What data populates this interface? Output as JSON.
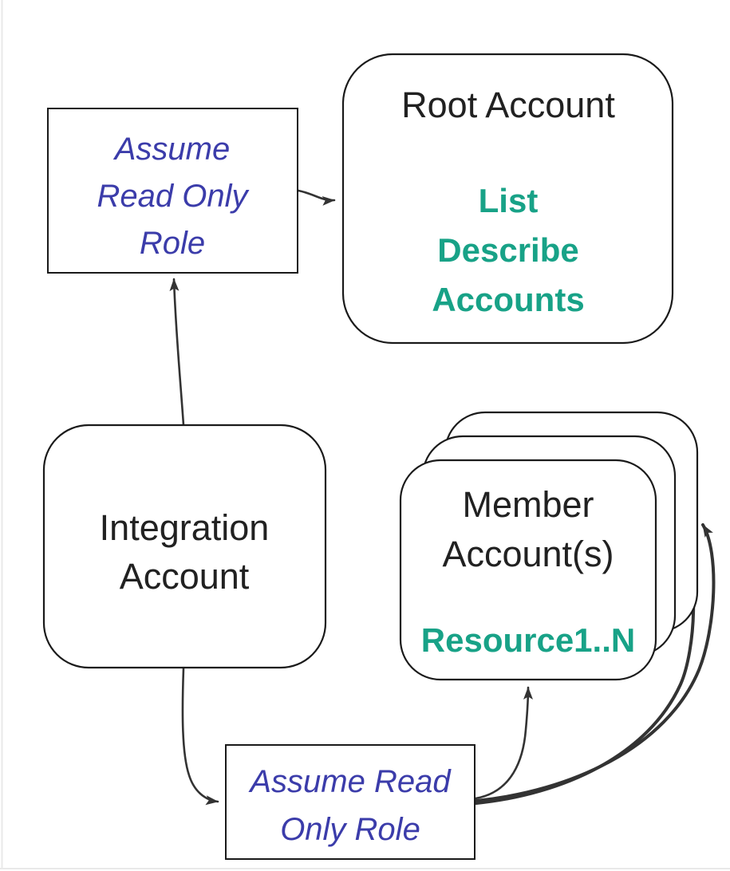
{
  "diagram": {
    "colors": {
      "teal_accent": "#18a287",
      "blue_accent": "#3b3caa",
      "node_stroke": "#1a1a1a",
      "arrow": "#333333"
    },
    "nodes": {
      "assume_role_top": {
        "shape": "rectangle",
        "lines": [
          "Assume",
          "Read Only",
          "Role"
        ]
      },
      "root_account": {
        "shape": "rounded",
        "title": "Root Account",
        "action_lines": [
          "List",
          "Describe",
          "Accounts"
        ]
      },
      "integration_account": {
        "shape": "rounded",
        "lines": [
          "Integration",
          "Account"
        ]
      },
      "member_accounts": {
        "shape": "rounded-stack",
        "stack_count": 3,
        "lines": [
          "Member",
          "Account(s)"
        ],
        "resource_label": "Resource1..N"
      },
      "assume_role_bottom": {
        "shape": "rectangle",
        "lines": [
          "Assume Read",
          "Only Role"
        ]
      }
    },
    "edges": [
      {
        "from": "assume_role_top",
        "to": "root_account"
      },
      {
        "from": "integration_account",
        "to": "assume_role_top"
      },
      {
        "from": "integration_account",
        "to": "assume_role_bottom"
      },
      {
        "from": "assume_role_bottom",
        "to": "member_accounts_front"
      },
      {
        "from": "assume_role_bottom",
        "to": "member_accounts_middle"
      },
      {
        "from": "assume_role_bottom",
        "to": "member_accounts_back"
      }
    ]
  }
}
